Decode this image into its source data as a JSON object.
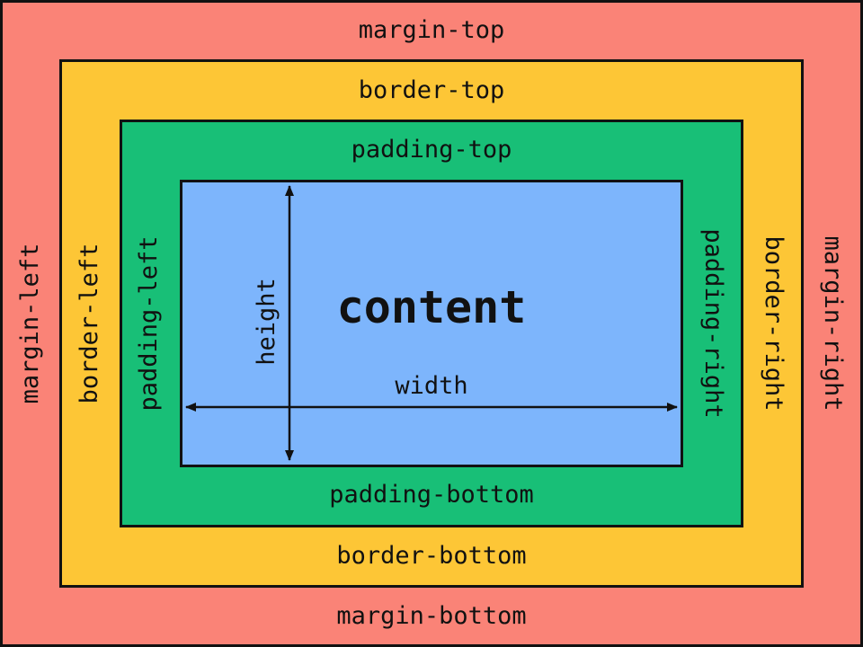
{
  "diagram": {
    "type": "css-box-model",
    "labels": {
      "margin_top": "margin-top",
      "margin_bottom": "margin-bottom",
      "margin_left": "margin-left",
      "margin_right": "margin-right",
      "border_top": "border-top",
      "border_bottom": "border-bottom",
      "border_left": "border-left",
      "border_right": "border-right",
      "padding_top": "padding-top",
      "padding_bottom": "padding-bottom",
      "padding_left": "padding-left",
      "padding_right": "padding-right",
      "content": "content",
      "width": "width",
      "height": "height"
    }
  },
  "colors": {
    "c-margin": "#fa8377",
    "c-border": "#fdc636",
    "c-padding": "#18bf77",
    "c-content": "#7db5fc",
    "c-line": "#111111"
  }
}
